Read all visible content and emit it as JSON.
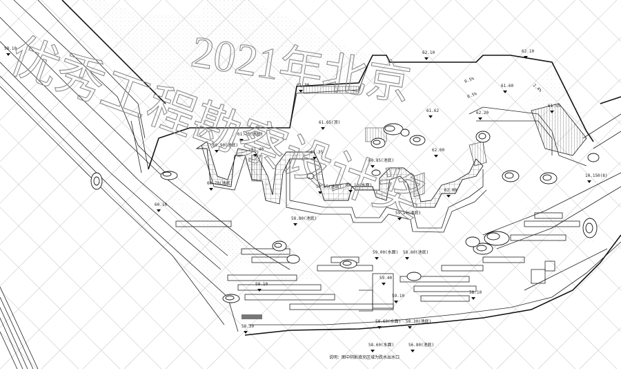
{
  "watermark": {
    "year_text": "2021年北京",
    "main_text": "优秀工程勘察设计奖"
  },
  "note": "说明：图中阴影填充区域为跌水出水口",
  "elevations": [
    {
      "id": "e1",
      "text": "59.10"
    },
    {
      "id": "e2",
      "text": "62.10"
    },
    {
      "id": "e3",
      "text": "62.10"
    },
    {
      "id": "e4",
      "text": "61.30"
    },
    {
      "id": "e5",
      "text": "61.60"
    },
    {
      "id": "e6",
      "text": "61.55"
    },
    {
      "id": "e7",
      "text": "62.20"
    },
    {
      "id": "e8",
      "text": "61.62"
    },
    {
      "id": "e9",
      "text": "61.65(顶)"
    },
    {
      "id": "e10",
      "text": "61.75(池底)"
    },
    {
      "id": "e11",
      "text": "61.35"
    },
    {
      "id": "e12",
      "text": "61.40"
    },
    {
      "id": "e13",
      "text": "62.00"
    },
    {
      "id": "e14",
      "text": "62.00"
    },
    {
      "id": "e15",
      "text": "60.90(池底)"
    },
    {
      "id": "e16",
      "text": "60.85(池底)"
    },
    {
      "id": "e17",
      "text": "60.70(池底)"
    },
    {
      "id": "e18",
      "text": "60.10(水面)"
    },
    {
      "id": "e19",
      "text": "59.65(池底)"
    },
    {
      "id": "e20",
      "text": "59.10(池底)"
    },
    {
      "id": "e21",
      "text": "58.80(池底)"
    },
    {
      "id": "e22",
      "text": "59.00(水面)"
    },
    {
      "id": "e23",
      "text": "58.80(池底)"
    },
    {
      "id": "e24",
      "text": "59.40"
    },
    {
      "id": "e25",
      "text": "59.10"
    },
    {
      "id": "e26",
      "text": "58.60(水面)"
    },
    {
      "id": "e27",
      "text": "58.30(池底)"
    },
    {
      "id": "e28",
      "text": "58.60(水面)"
    },
    {
      "id": "e29",
      "text": "56.80(池底)"
    },
    {
      "id": "e30",
      "text": "58.30"
    },
    {
      "id": "e31",
      "text": "60.10"
    },
    {
      "id": "e32",
      "text": "59.10"
    },
    {
      "id": "e33",
      "text": "58.10"
    },
    {
      "id": "e34",
      "text": "10.150(8)"
    }
  ],
  "slopes": [
    {
      "id": "s1",
      "text": "0.5%"
    },
    {
      "id": "s2",
      "text": "0.5%"
    },
    {
      "id": "s3",
      "text": "2.4%"
    }
  ]
}
